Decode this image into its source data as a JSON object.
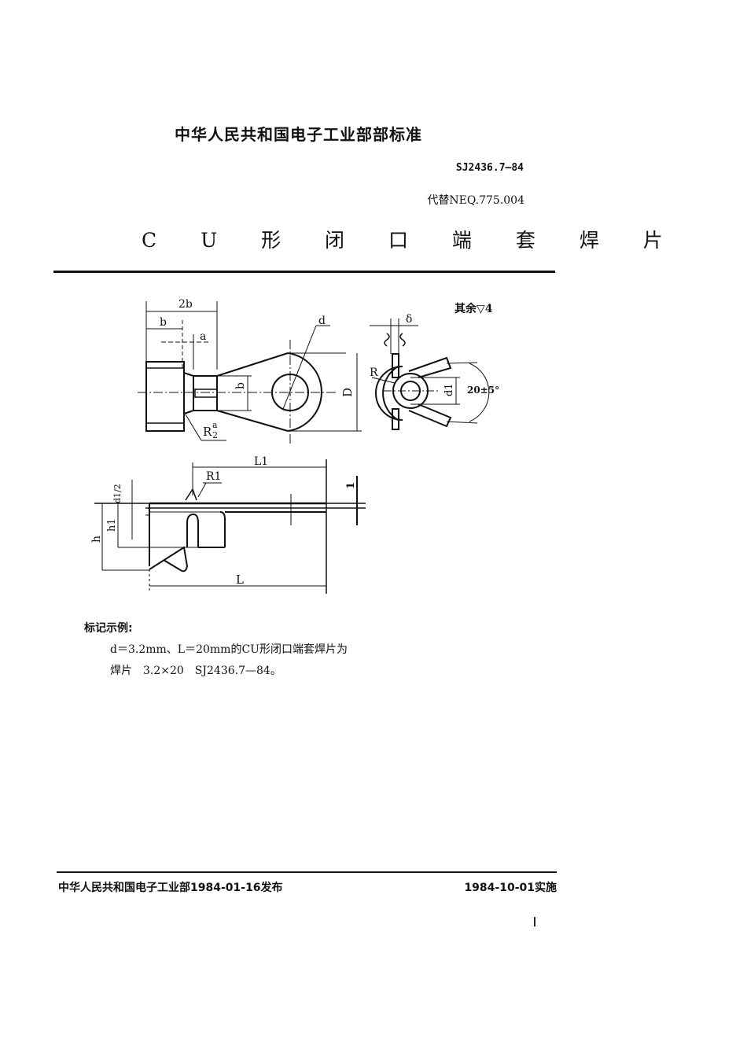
{
  "header": {
    "organization_standard": "中华人民共和国电子工业部部标准",
    "standard_number": "SJ2436.7—84",
    "replaces": "代替NEQ.775.004",
    "title": "C U 形 闭 口 端 套 焊 片"
  },
  "drawing": {
    "surface_roughness_note": "其余▽4",
    "front_view_labels": {
      "dim_2b": "2b",
      "dim_b_top": "b",
      "dim_a": "a",
      "dim_d": "d",
      "dim_b_side": "b",
      "dim_D": "D",
      "radius_R": "R",
      "radius_frac_num": "a",
      "radius_frac_den": "2"
    },
    "side_view_labels": {
      "dim_delta": "δ",
      "radius_R": "R",
      "dim_d1": "d1",
      "angle": "20±5°"
    },
    "bottom_view_labels": {
      "dim_L1": "L1",
      "radius_R1": "R1",
      "dim_d1_half": "d1/2",
      "dim_h1": "h1",
      "dim_h": "h",
      "dim_L": "L",
      "dim_t": "1"
    }
  },
  "marking_example": {
    "heading": "标记示例:",
    "line1": "d＝3.2mm、L＝20mm的CU形闭口端套焊片为",
    "line2": "焊片　3.2×20　SJ2436.7—84。"
  },
  "footer": {
    "issued": "中华人民共和国电子工业部1984-01-16发布",
    "effective": "1984-10-01实施"
  }
}
